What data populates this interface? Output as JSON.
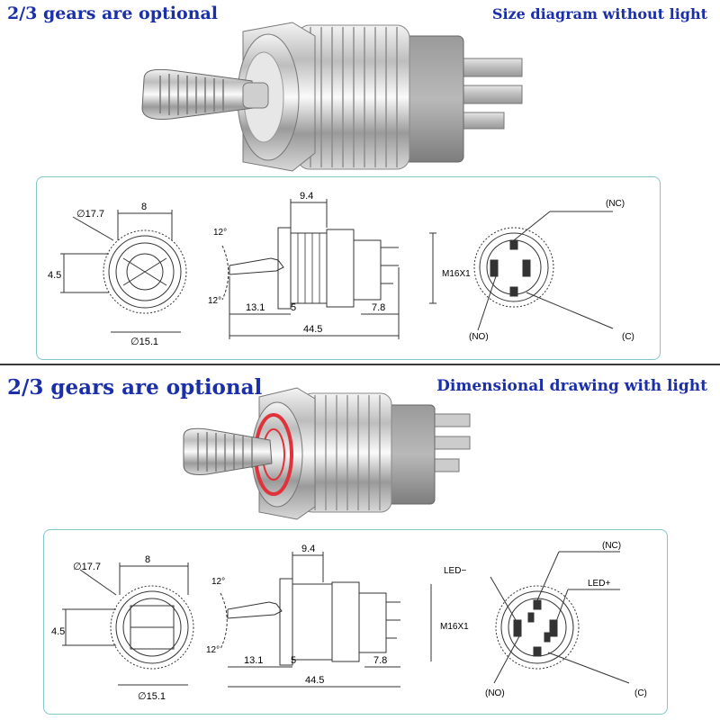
{
  "section_top": {
    "title_left": "2/3 gears are optional",
    "title_right": "Size diagram without light",
    "front_view": {
      "diameter_outer": "∅17.7",
      "width": "8",
      "height": "4.5",
      "diameter_inner": "∅15.1"
    },
    "side_view": {
      "top_dim": "9.4",
      "angle_up": "12°",
      "angle_down": "12°",
      "thread": "M16X1",
      "dim_a": "13.1",
      "dim_b": "5",
      "dim_c": "7.8",
      "total": "44.5"
    },
    "terminal_view": {
      "nc": "(NC)",
      "no": "(NO)",
      "c": "(C)"
    }
  },
  "section_bottom": {
    "title_left": "2/3 gears are optional",
    "title_right": "Dimensional drawing with light",
    "front_view": {
      "diameter_outer": "∅17.7",
      "width": "8",
      "height": "4.5",
      "diameter_inner": "∅15.1"
    },
    "side_view": {
      "top_dim": "9.4",
      "angle_up": "12°",
      "angle_down": "12°",
      "thread": "M16X1",
      "dim_a": "13.1",
      "dim_b": "5",
      "dim_c": "7.8",
      "total": "44.5"
    },
    "terminal_view": {
      "nc": "(NC)",
      "no": "(NO)",
      "c": "(C)",
      "led_minus": "LED−",
      "led_plus": "LED+"
    }
  }
}
